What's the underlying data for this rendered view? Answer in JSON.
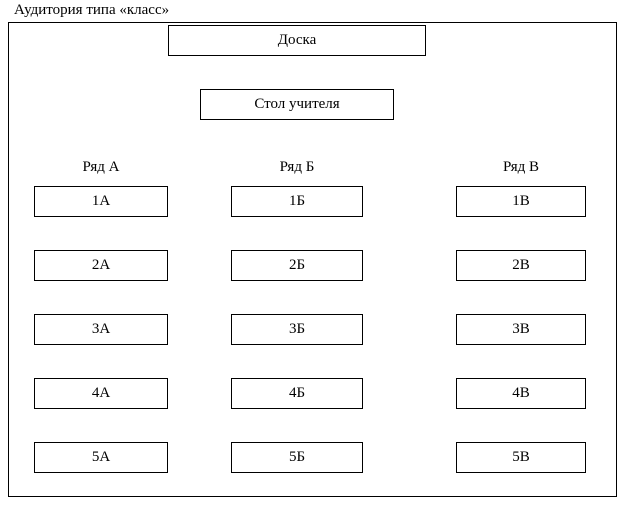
{
  "caption": "Аудитория типа «класс»",
  "room": {
    "board": {
      "label": "Доска"
    },
    "teacher_desk": {
      "label": "Стол учителя"
    },
    "rows": [
      {
        "header": "Ряд А",
        "seats": [
          {
            "label": "1А"
          },
          {
            "label": "2А"
          },
          {
            "label": "3А"
          },
          {
            "label": "4А"
          },
          {
            "label": "5А"
          }
        ]
      },
      {
        "header": "Ряд Б",
        "seats": [
          {
            "label": "1Б"
          },
          {
            "label": "2Б"
          },
          {
            "label": "3Б"
          },
          {
            "label": "4Б"
          },
          {
            "label": "5Б"
          }
        ]
      },
      {
        "header": "Ряд В",
        "seats": [
          {
            "label": "1В"
          },
          {
            "label": "2В"
          },
          {
            "label": "3В"
          },
          {
            "label": "4В"
          },
          {
            "label": "5В"
          }
        ]
      }
    ]
  },
  "colors": {
    "background": "#ffffff",
    "line": "#000000",
    "text": "#000000"
  }
}
